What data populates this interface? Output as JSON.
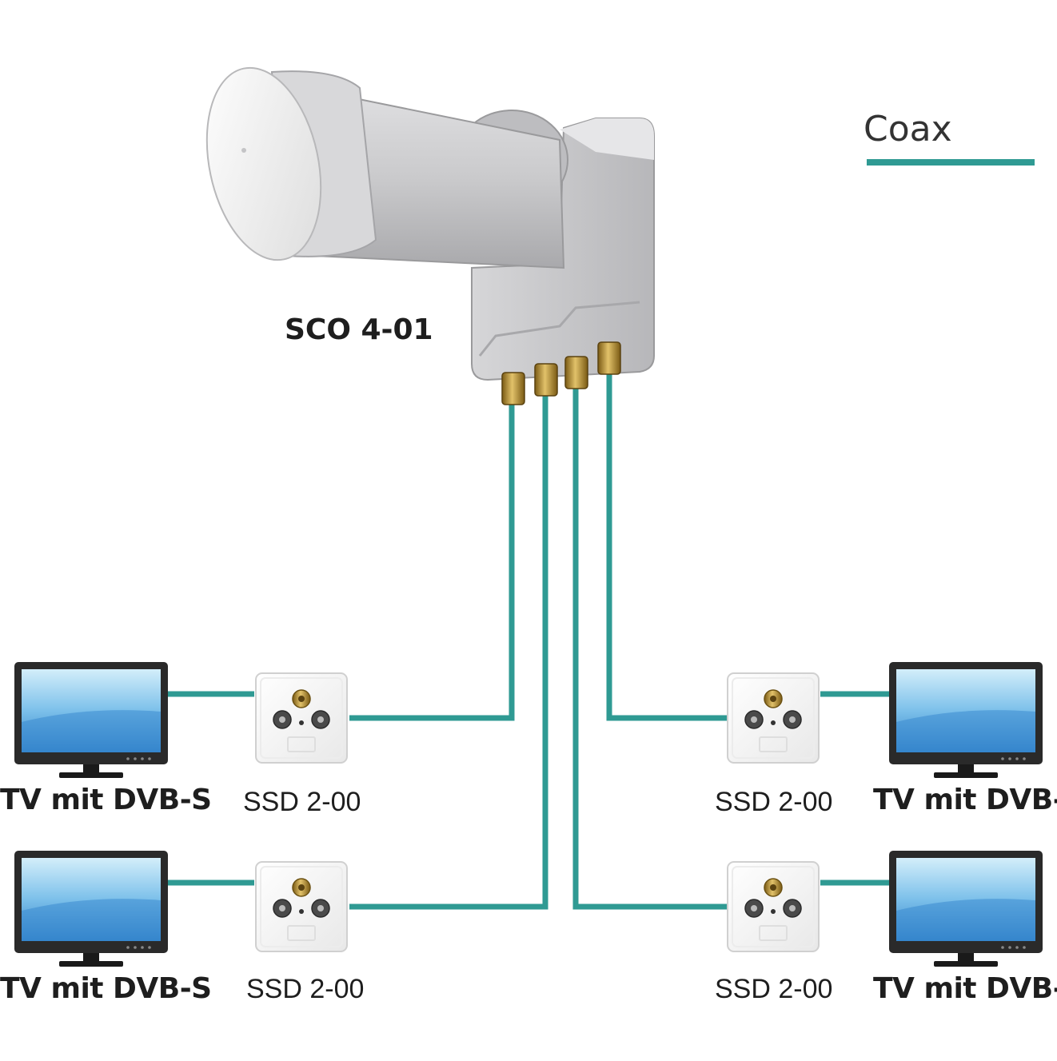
{
  "lnb": {
    "label": "SCO 4-01",
    "outputs": 4
  },
  "legend": {
    "label": "Coax",
    "color": "#2f9a93"
  },
  "cable_color": "#2f9a93",
  "outlets": [
    {
      "label": "SSD 2-00"
    },
    {
      "label": "SSD 2-00"
    },
    {
      "label": "SSD 2-00"
    },
    {
      "label": "SSD 2-00"
    }
  ],
  "tvs": [
    {
      "label": "TV mit DVB-S"
    },
    {
      "label": "TV mit DVB-S"
    },
    {
      "label": "TV mit DVB-S"
    },
    {
      "label": "TV mit DVB-S"
    }
  ],
  "colors": {
    "lnb_body": "#c9c9cb",
    "lnb_cap": "#f4f4f4",
    "connector_gold": "#b08a2e",
    "screen_top": "#bfe4f6",
    "screen_bottom": "#3f8fd1",
    "tv_frame": "#2a2a2a"
  }
}
